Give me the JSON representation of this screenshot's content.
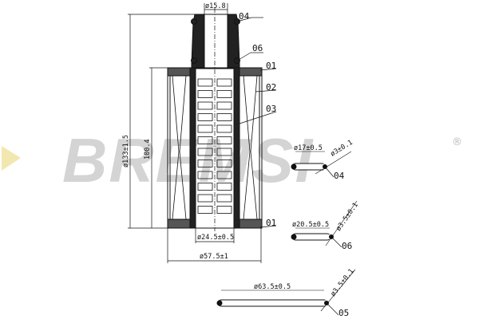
{
  "brand": {
    "watermark": "BREMSI",
    "registered": "®",
    "accent_color": "#f3e7b0",
    "watermark_color": "#d4d4d4"
  },
  "dimensions": {
    "outlet_diameter": "ø15.8",
    "total_height": "ø133±1.5",
    "element_height": "100.4",
    "inner_diameter": "ø24.5±0.5",
    "outer_diameter": "ø57.5±1"
  },
  "parts": {
    "p01_top": "01",
    "p02": "02",
    "p03": "03",
    "p04": "04",
    "p06": "06",
    "p01_bottom": "01"
  },
  "orings": [
    {
      "label": "04",
      "inner": "ø17±0.5",
      "section": "ø3±0.1"
    },
    {
      "label": "06",
      "inner": "ø20.5±0.5",
      "section": "ø3.5±0.1"
    },
    {
      "label": "05",
      "inner": "ø63.5±0.5",
      "section": "ø3.5±0.1"
    }
  ]
}
